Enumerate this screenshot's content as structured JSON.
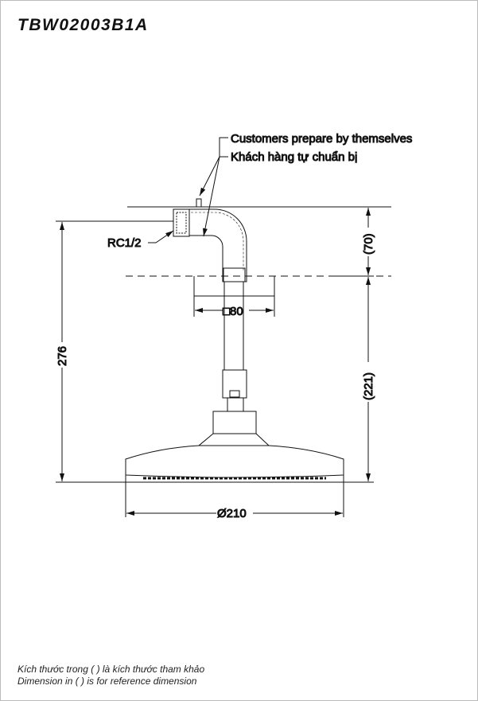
{
  "title": "TBW02003B1A",
  "labels": {
    "customer_en": "Customers prepare by themselves",
    "customer_vi": "Khách hàng tự chuẩn bị",
    "thread": "RC1/2",
    "flange": "□80",
    "height_total": "276",
    "height_top": "(70)",
    "height_bottom": "(221)",
    "diameter": "Ø210"
  },
  "footnote": {
    "vi": "Kích thước trong ( ) là kích thước tham khảo",
    "en": "Dimension in ( ) is for reference dimension"
  }
}
